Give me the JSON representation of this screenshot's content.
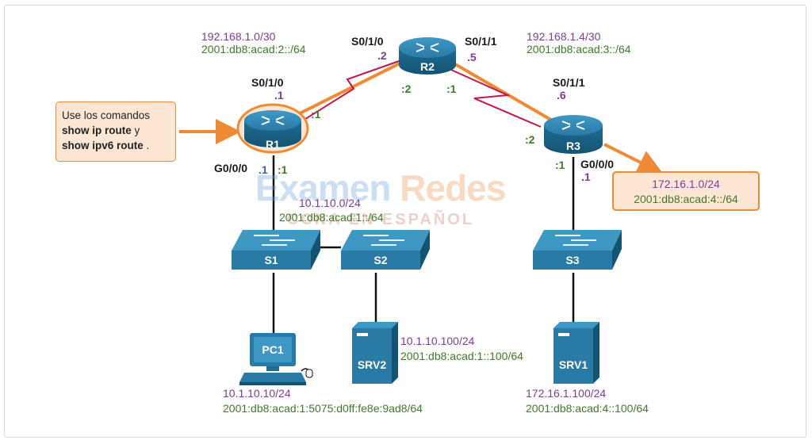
{
  "note": {
    "line1": "Use los comandos",
    "cmd1": "show ip route",
    "cmd1_suffix": " y",
    "cmd2": "show ipv6 route",
    "cmd2_suffix": " ."
  },
  "devices": {
    "r1": "R1",
    "r2": "R2",
    "r3": "R3",
    "s1": "S1",
    "s2": "S2",
    "s3": "S3",
    "pc1": "PC1",
    "srv2": "SRV2",
    "srv1": "SRV1"
  },
  "networks": {
    "r1_r2_ipv4": "192.168.1.0/30",
    "r1_r2_ipv6": "2001:db8:acad:2::/64",
    "r2_r3_ipv4": "192.168.1.4/30",
    "r2_r3_ipv6": "2001:db8:acad:3::/64",
    "lan1_ipv4": "10.1.10.0/24",
    "lan1_ipv6": "2001:db8:acad:1::/64",
    "lan3_ipv4": "172.16.1.0/24",
    "lan3_ipv6": "2001:db8:acad:4::/64"
  },
  "interfaces": {
    "r2_left": "S0/1/0",
    "r2_left_v4": ".2",
    "r2_left_v6": ":2",
    "r2_right": "S0/1/1",
    "r2_right_v4": ".5",
    "r2_right_v6": ":1",
    "r1_serial": "S0/1/0",
    "r1_serial_v4": ".1",
    "r1_serial_v6": ":1",
    "r1_g": "G0/0/0",
    "r1_g_v4": ".1",
    "r1_g_v6": ":1",
    "r3_serial": "S0/1/1",
    "r3_serial_v4": ".6",
    "r3_serial_v6": ":2",
    "r3_g": "G0/0/0",
    "r3_g_v4": ".1",
    "r3_g_v6": ":1"
  },
  "hosts": {
    "pc1_ipv4": "10.1.10.10/24",
    "pc1_ipv6": "2001:db8:acad:1:5075:d0ff:fe8e:9ad8/64",
    "srv2_ipv4": "10.1.10.100/24",
    "srv2_ipv6": "2001:db8:acad:1::100/64",
    "srv1_ipv4": "172.16.1.100/24",
    "srv1_ipv6": "2001:db8:acad:4::100/64"
  },
  "destination": {
    "ipv4": "172.16.1.0/24",
    "ipv6": "2001:db8:acad:4::/64"
  },
  "watermark": {
    "word1": "Examen",
    "word2": "Redes",
    "sub": "CCNA EN ESPAÑOL"
  },
  "colors": {
    "ipv4_text": "#7e3b96",
    "ipv6_text": "#3e7a27",
    "highlight": "#ee8a33",
    "serial_link": "#c0164a",
    "device_blue": "#2f7fa8"
  }
}
